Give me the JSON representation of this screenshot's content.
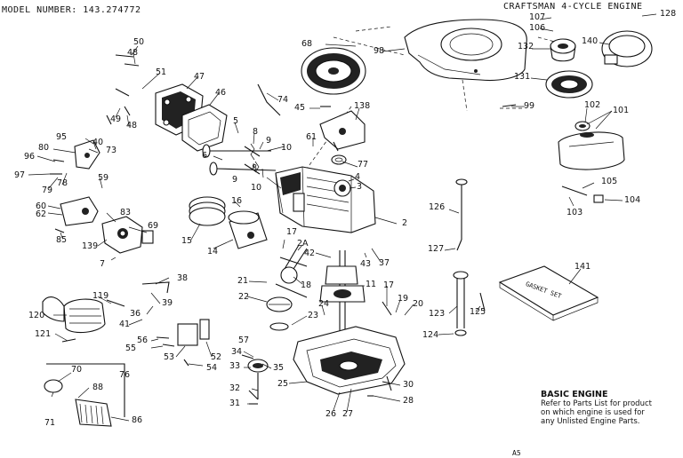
{
  "header": {
    "model_number": "MODEL NUMBER:  143.274772",
    "engine_type": "CRAFTSMAN 4-CYCLE ENGINE"
  },
  "gasket_set_label": "GASKET SET",
  "basic_engine_note": {
    "title": "BASIC ENGINE",
    "lines": [
      "Refer to Parts List for product",
      "on which engine is used for",
      "any Unlisted Engine Parts."
    ]
  },
  "page_code": "A5",
  "callouts": [
    "50",
    "48",
    "51",
    "47",
    "46",
    "74",
    "49",
    "48",
    "95",
    "40",
    "73",
    "80",
    "96",
    "97",
    "78",
    "79",
    "59",
    "60",
    "62",
    "85",
    "83",
    "69",
    "139",
    "15",
    "14",
    "16",
    "5",
    "8",
    "9",
    "10",
    "6",
    "8",
    "9",
    "10",
    "45",
    "138",
    "61",
    "77",
    "4",
    "3",
    "2",
    "68",
    "98",
    "107",
    "106",
    "132",
    "131",
    "140",
    "99",
    "102",
    "101",
    "128",
    "105",
    "103",
    "104",
    "126",
    "127",
    "17",
    "2A",
    "42",
    "43",
    "37",
    "21",
    "18",
    "11",
    "22",
    "24",
    "23",
    "17",
    "19",
    "20",
    "123",
    "125",
    "124",
    "141",
    "38",
    "39",
    "36",
    "41",
    "119",
    "120",
    "121",
    "55",
    "56",
    "53",
    "52",
    "54",
    "57",
    "34",
    "33",
    "35",
    "32",
    "31",
    "25",
    "26",
    "27",
    "30",
    "28",
    "70",
    "88",
    "76",
    "71",
    "86",
    "7"
  ]
}
